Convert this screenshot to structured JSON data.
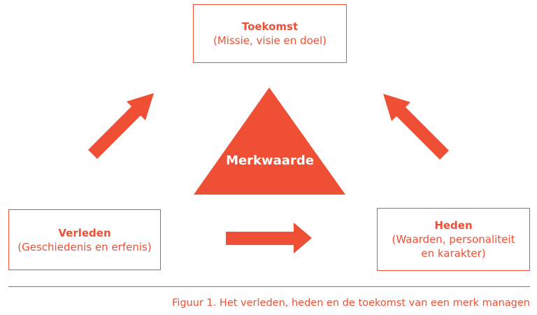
{
  "accent_color": "#ef4f34",
  "future": {
    "title": "Toekomst",
    "subtitle": "(Missie, visie en doel)"
  },
  "past": {
    "title": "Verleden",
    "subtitle": "(Geschiedenis en erfenis)"
  },
  "present": {
    "title": "Heden",
    "subtitle_line1": "(Waarden, personaliteit",
    "subtitle_line2": "en karakter)"
  },
  "center": {
    "label": "Merkwaarde"
  },
  "caption": "Figuur 1. Het verleden, heden en de toekomst van een merk managen"
}
